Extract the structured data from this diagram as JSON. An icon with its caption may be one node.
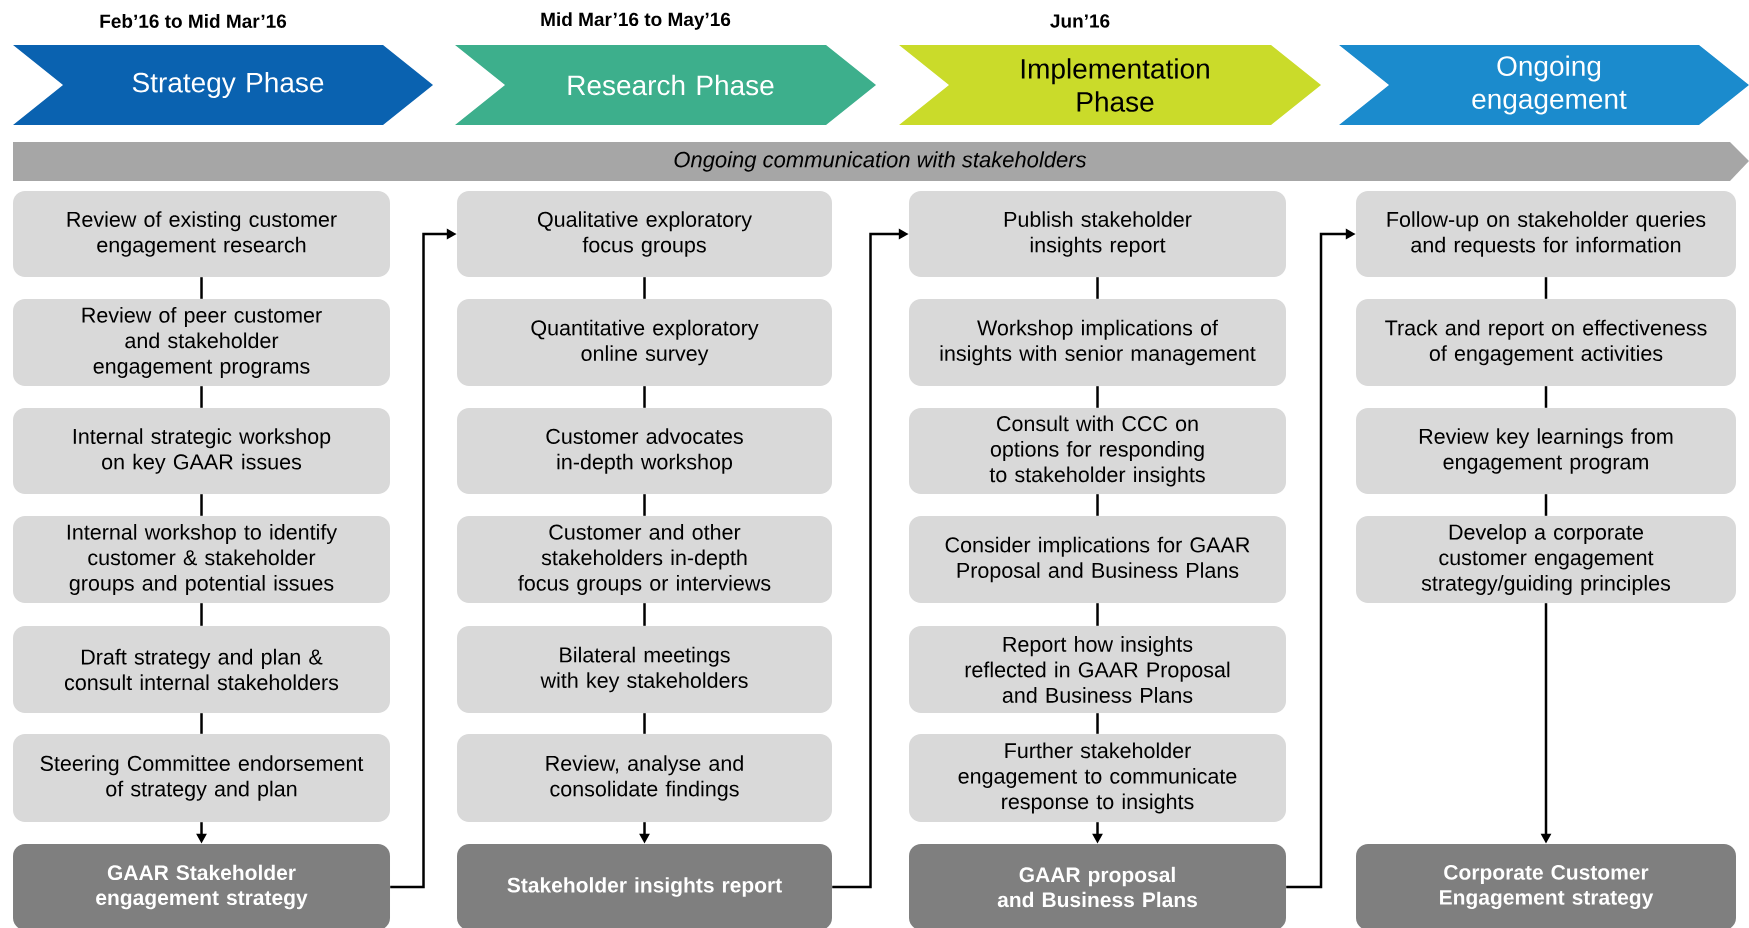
{
  "diagram": {
    "nodes": [
      {
        "text": [
          "Feb’16 to Mid Mar’16",
          "Strategy Phase"
        ]
      },
      {
        "text": [
          "Mid Mar’16 to May’16",
          "Research Phase"
        ]
      },
      {
        "text": [
          "Jun’16",
          "Implementation Phase"
        ]
      },
      {
        "text": [
          "Ongoing engagement"
        ]
      },
      {
        "text": [
          "Ongoing communication with stakeholders"
        ]
      },
      {
        "text": [
          "Review of existing customer engagement research"
        ]
      },
      {
        "text": [
          "Review of peer customer and stakeholder engagement programs"
        ]
      },
      {
        "text": [
          "Internal strategic workshop on key GAAR issues"
        ]
      },
      {
        "text": [
          "Internal workshop to identify customer & stakeholder groups and potential issues"
        ]
      },
      {
        "text": [
          "Draft strategy and plan & consult internal stakeholders"
        ]
      },
      {
        "text": [
          "Steering Committee endorsement of strategy and plan"
        ]
      },
      {
        "text": [
          "GAAR Stakeholder engagement strategy"
        ]
      },
      {
        "text": [
          "Qualitative exploratory focus groups"
        ]
      },
      {
        "text": [
          "Quantitative exploratory online survey"
        ]
      },
      {
        "text": [
          "Customer advocates in-depth workshop"
        ]
      },
      {
        "text": [
          "Customer and other stakeholders in-depth focus groups or interviews"
        ]
      },
      {
        "text": [
          "Bilateral meetings with key stakeholders"
        ]
      },
      {
        "text": [
          "Review, analyse and consolidate findings"
        ]
      },
      {
        "text": [
          "Stakeholder insights report"
        ]
      },
      {
        "text": [
          "Publish stakeholder insights report"
        ]
      },
      {
        "text": [
          "Workshop implications of insights with senior management"
        ]
      },
      {
        "text": [
          "Consult with CCC on options for responding to stakeholder insights"
        ]
      },
      {
        "text": [
          "Consider implications for GAAR Proposal and Business Plans"
        ]
      },
      {
        "text": [
          "Report how insights reflected in GAAR Proposal and Business Plans"
        ]
      },
      {
        "text": [
          "Further stakeholder engagement to communicate response to insights"
        ]
      },
      {
        "text": [
          "GAAR proposal and Business Plans"
        ]
      },
      {
        "text": [
          "Follow-up on stakeholder queries and requests for information"
        ]
      },
      {
        "text": [
          "Track and report on effectiveness of engagement activities"
        ]
      },
      {
        "text": [
          "Review key learnings from engagement program"
        ]
      },
      {
        "text": [
          "Develop a corporate customer engagement strategy/guiding principles"
        ]
      },
      {
        "text": [
          "Corporate Customer Engagement strategy"
        ]
      }
    ],
    "edges": [
      {
        "from": 5,
        "to": 6,
        "arrow": "none"
      },
      {
        "from": 6,
        "to": 7,
        "arrow": "none"
      },
      {
        "from": 7,
        "to": 8,
        "arrow": "none"
      },
      {
        "from": 8,
        "to": 9,
        "arrow": "none"
      },
      {
        "from": 9,
        "to": 10,
        "arrow": "none"
      },
      {
        "from": 10,
        "to": 11,
        "arrow": "to"
      },
      {
        "from": 11,
        "to": 12,
        "arrow": "to"
      },
      {
        "from": 12,
        "to": 13,
        "arrow": "none"
      },
      {
        "from": 13,
        "to": 14,
        "arrow": "none"
      },
      {
        "from": 14,
        "to": 15,
        "arrow": "none"
      },
      {
        "from": 15,
        "to": 16,
        "arrow": "none"
      },
      {
        "from": 16,
        "to": 17,
        "arrow": "none"
      },
      {
        "from": 17,
        "to": 18,
        "arrow": "to"
      },
      {
        "from": 18,
        "to": 19,
        "arrow": "to"
      },
      {
        "from": 19,
        "to": 20,
        "arrow": "none"
      },
      {
        "from": 20,
        "to": 21,
        "arrow": "none"
      },
      {
        "from": 21,
        "to": 22,
        "arrow": "none"
      },
      {
        "from": 22,
        "to": 23,
        "arrow": "none"
      },
      {
        "from": 23,
        "to": 24,
        "arrow": "none"
      },
      {
        "from": 24,
        "to": 25,
        "arrow": "to"
      },
      {
        "from": 25,
        "to": 26,
        "arrow": "to"
      },
      {
        "from": 26,
        "to": 27,
        "arrow": "none"
      },
      {
        "from": 27,
        "to": 28,
        "arrow": "none"
      },
      {
        "from": 28,
        "to": 29,
        "arrow": "none"
      },
      {
        "from": 29,
        "to": 30,
        "arrow": "to"
      }
    ]
  }
}
